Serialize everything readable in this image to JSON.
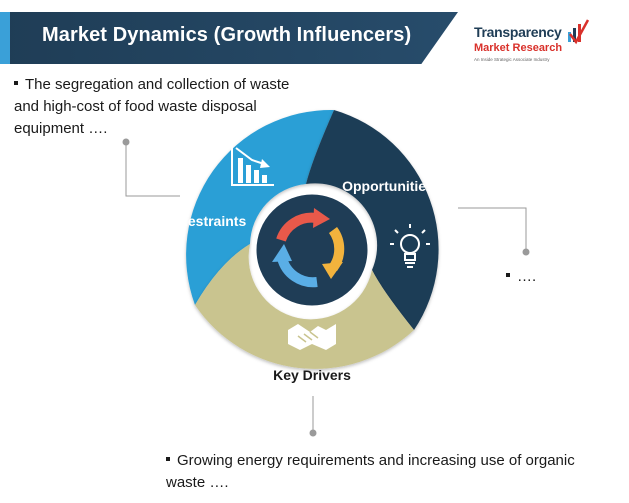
{
  "header": {
    "title": "Market Dynamics (Growth Influencers)"
  },
  "logo": {
    "line1": "Transparency",
    "line2": "Market Research",
    "line3": "An Inside Strategic Associate Industry"
  },
  "segments": {
    "restraints": "Restraints",
    "opportunities": "Opportunities",
    "key_drivers": "Key Drivers"
  },
  "notes": {
    "restraints_note": "The segregation and collection of waste and high-cost of food waste disposal equipment ….",
    "opportunities_note": "….",
    "drivers_note": "Growing energy requirements and increasing use of organic waste …."
  },
  "colors": {
    "header_bg": "#1f3d56",
    "restraints": "#2a9fd6",
    "opportunities": "#1f3d56",
    "key_drivers": "#c9c48f",
    "center_ring": "#1f3d56",
    "arrow_red": "#e8594a",
    "arrow_yellow": "#f2b33d",
    "arrow_blue": "#5aaee6",
    "brand_red": "#d9312b"
  },
  "icons": {
    "restraints": "declining-bar-chart-icon",
    "opportunities": "lightbulb-icon",
    "key_drivers": "handshake-icon",
    "center": "cycle-arrows-icon"
  }
}
